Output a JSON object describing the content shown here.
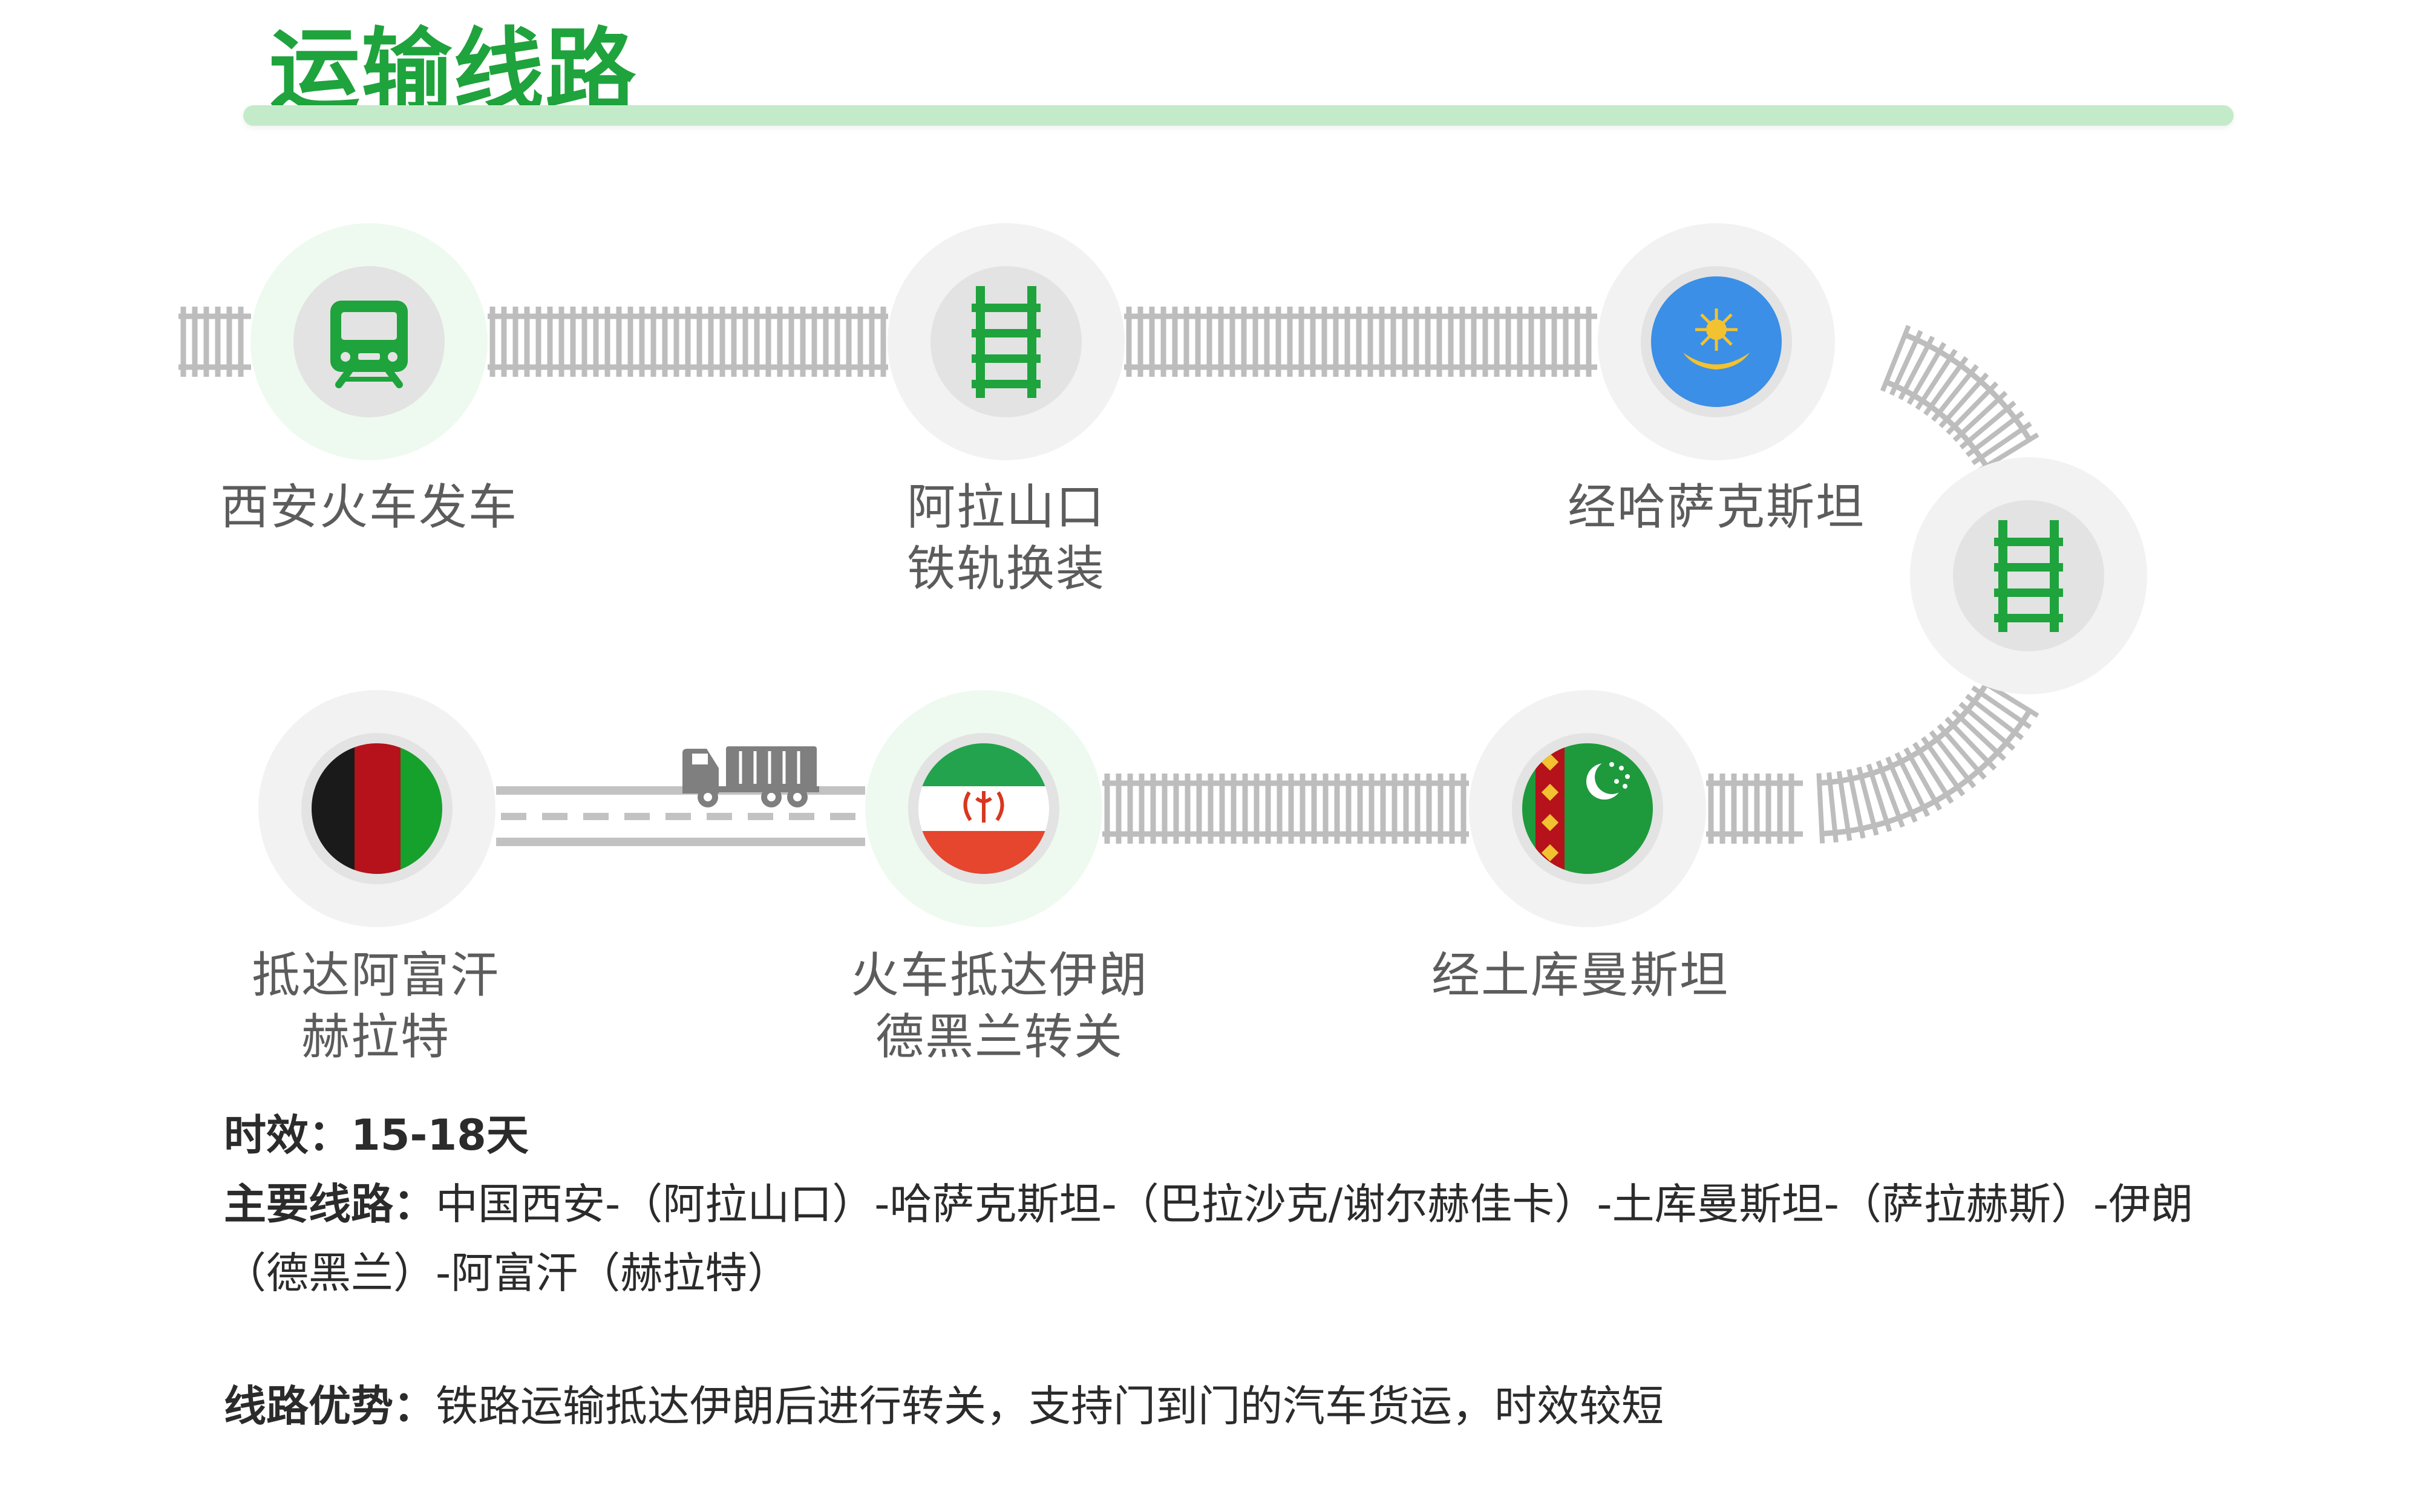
{
  "title": "运输线路",
  "stops": [
    {
      "id": "xian",
      "lines": [
        "西安火车发车"
      ],
      "icon": "train-icon"
    },
    {
      "id": "alashankou",
      "lines": [
        "阿拉山口",
        "铁轨换装"
      ],
      "icon": "rail-track-icon"
    },
    {
      "id": "kazakhstan",
      "lines": [
        "经哈萨克斯坦"
      ],
      "icon": "kazakhstan-flag-icon"
    },
    {
      "id": "transfer",
      "lines": [],
      "icon": "rail-track-icon"
    },
    {
      "id": "turkmenistan",
      "lines": [
        "经土库曼斯坦"
      ],
      "icon": "turkmenistan-flag-icon"
    },
    {
      "id": "iran",
      "lines": [
        "火车抵达伊朗",
        "德黑兰转关"
      ],
      "icon": "iran-flag-icon"
    },
    {
      "id": "afghanistan",
      "lines": [
        "抵达阿富汗",
        "赫拉特"
      ],
      "icon": "afghanistan-flag-icon"
    }
  ],
  "truck_icon": "truck-icon",
  "details": {
    "timeliness_label": "时效：",
    "timeliness_value": "15-18天",
    "route_label": "主要线路：",
    "route_value": "中国西安-（阿拉山口）-哈萨克斯坦-（巴拉沙克/谢尔赫佳卡）-土库曼斯坦-（萨拉赫斯）-伊朗（德黑兰）-阿富汗（赫拉特）",
    "advantage_label": "线路优势：",
    "advantage_value": "铁路运输抵达伊朗后进行转关，支持门到门的汽车货运，时效较短"
  },
  "colors": {
    "accent_green": "#1fa33d",
    "title_bar": "#c4ebc9",
    "rail_gray": "#bdbdbd",
    "node_ring": "#f2f2f2",
    "node_ring_active": "#eefaef",
    "node_inner": "#e3e3e3",
    "kazakhstan_blue": "#3b8fe6",
    "kazakhstan_gold": "#f2c230",
    "iran_green": "#23a34e",
    "iran_red": "#e6452e",
    "afghan_black": "#1a1a1a",
    "afghan_red": "#b5121b",
    "afghan_green": "#16a12c",
    "truck_gray": "#7f7f7f",
    "label_text": "#5c5c5c",
    "body_text": "#2b2b2b"
  }
}
